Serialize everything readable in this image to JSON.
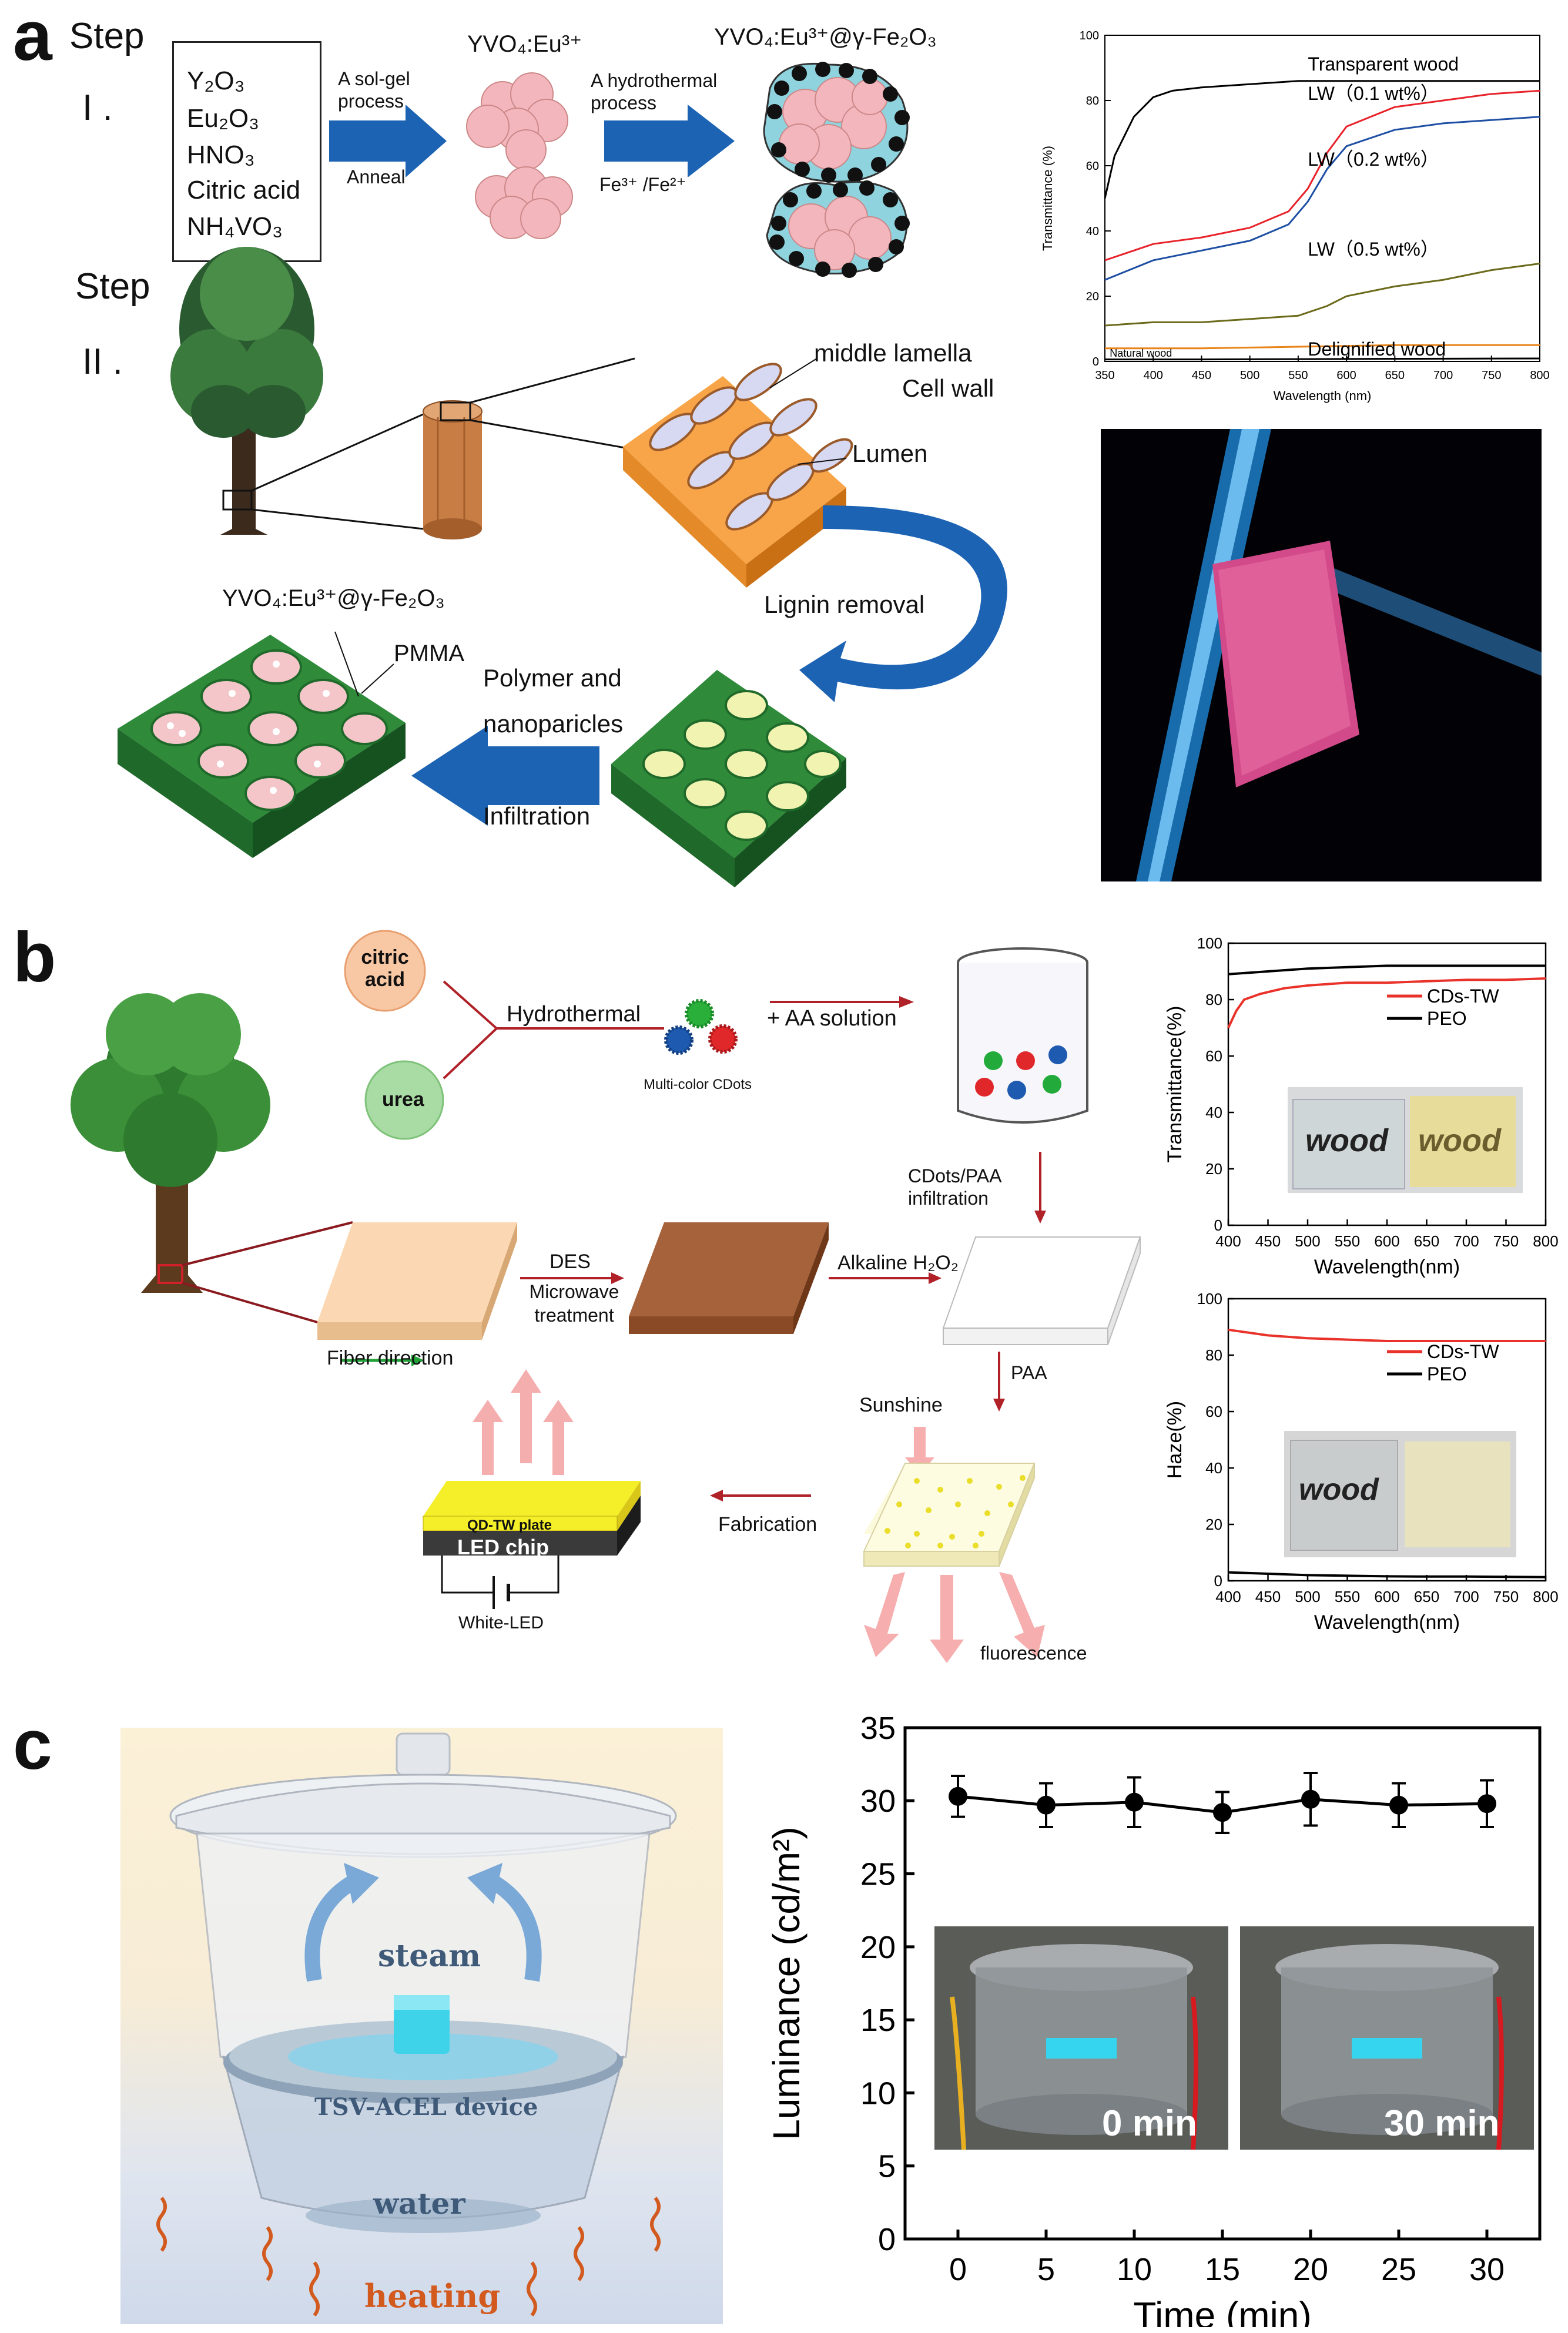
{
  "panels": {
    "a": "a",
    "b": "b",
    "c": "c"
  },
  "panel_a": {
    "step1_word": "Step",
    "step1_num": "I .",
    "step2_word": "Step",
    "step2_num": "II .",
    "reagents": [
      "Y₂O₃",
      "Eu₂O₃",
      "HNO₃",
      "Citric acid",
      "NH₄VO₃"
    ],
    "solgel_label": "A sol-gel process",
    "anneal_label": "Anneal",
    "product1": "YVO₄:Eu³⁺",
    "hydrothermal_label": "A hydrothermal process",
    "fe_label": "Fe³⁺ /Fe²⁺",
    "product2": "YVO₄:Eu³⁺@γ-Fe₂O₃",
    "middle_lamella": "middle lamella",
    "cell_wall": "Cell wall",
    "lumen": "Lumen",
    "lignin_removal": "Lignin removal",
    "composite_label": "YVO₄:Eu³⁺@γ-Fe₂O₃",
    "pmma": "PMMA",
    "polymer_and": "Polymer and",
    "nanoparticles": "nanoparicles",
    "infiltration": "Infiltration"
  },
  "panel_b": {
    "citric_acid": "citric acid",
    "urea": "urea",
    "hydrothermal": "Hydrothermal",
    "multicolor": "Multi-color CDots",
    "aa_solution": "+ AA solution",
    "cdots_paa": "CDots/PAA infiltration",
    "des": "DES",
    "microwave": "Microwave treatment",
    "alkaline": "Alkaline H₂O₂",
    "fiber_direction": "Fiber direction",
    "paa": "PAA",
    "sunshine": "Sunshine",
    "fluorescence": "fluorescence",
    "fabrication": "Fabrication",
    "qd_plate": "QD-TW plate",
    "led_chip": "LED chip",
    "white_led": "White-LED",
    "wood_photo_text": "wood"
  },
  "panel_c": {
    "steam": "steam",
    "device": "TSV-ACEL device",
    "water": "water",
    "heating": "heating",
    "inset1": "0 min",
    "inset2": "30 min"
  },
  "colors": {
    "arrow_blue": "#1d63b3",
    "red_arrow": "#c0232b",
    "wood_green": "#2f8a3a",
    "pink_particle": "#f4b6bd"
  },
  "chart_data": [
    {
      "id": "a-transmittance",
      "type": "line",
      "title": "",
      "xlabel": "Wavelength (nm)",
      "ylabel": "Transmittance (%)",
      "xlim": [
        350,
        800
      ],
      "ylim": [
        0,
        100
      ],
      "xticks": [
        350,
        400,
        450,
        500,
        550,
        600,
        650,
        700,
        750,
        800
      ],
      "yticks": [
        0,
        20,
        40,
        60,
        80,
        100
      ],
      "grid": false,
      "series": [
        {
          "name": "Transparent wood",
          "color": "#000000",
          "x": [
            350,
            360,
            380,
            400,
            420,
            450,
            500,
            550,
            600,
            650,
            700,
            750,
            800
          ],
          "y": [
            50,
            63,
            75,
            81,
            83,
            84,
            85,
            86,
            86,
            86,
            86,
            86,
            86
          ]
        },
        {
          "name": "LW（0.1 wt%）",
          "color": "#e8222a",
          "x": [
            350,
            400,
            450,
            500,
            540,
            560,
            580,
            600,
            650,
            700,
            750,
            800
          ],
          "y": [
            31,
            36,
            38,
            41,
            46,
            53,
            64,
            72,
            78,
            80,
            82,
            83
          ]
        },
        {
          "name": "LW（0.2 wt%）",
          "color": "#1e4fa3",
          "x": [
            350,
            400,
            450,
            500,
            540,
            560,
            580,
            600,
            650,
            700,
            750,
            800
          ],
          "y": [
            25,
            31,
            34,
            37,
            42,
            49,
            59,
            66,
            71,
            73,
            74,
            75
          ]
        },
        {
          "name": "LW（0.5 wt%）",
          "color": "#6b6a1a",
          "x": [
            350,
            400,
            450,
            500,
            550,
            580,
            600,
            650,
            700,
            750,
            800
          ],
          "y": [
            11,
            12,
            12,
            13,
            14,
            17,
            20,
            23,
            25,
            28,
            30
          ]
        },
        {
          "name": "Delignified wood",
          "color": "#e88418",
          "x": [
            350,
            450,
            550,
            650,
            800
          ],
          "y": [
            4,
            4,
            4.5,
            5,
            5
          ]
        },
        {
          "name": "Natural wood",
          "color": "#000000",
          "x": [
            350,
            450,
            550,
            650,
            800
          ],
          "y": [
            0.6,
            0.6,
            0.7,
            0.8,
            0.9
          ]
        }
      ]
    },
    {
      "id": "b-transmittance",
      "type": "line",
      "title": "",
      "xlabel": "Wavelength(nm)",
      "ylabel": "Transmittance(%)",
      "xlim": [
        400,
        800
      ],
      "ylim": [
        0,
        100
      ],
      "xticks": [
        400,
        450,
        500,
        550,
        600,
        650,
        700,
        750,
        800
      ],
      "yticks": [
        0,
        20,
        40,
        60,
        80,
        100
      ],
      "grid": false,
      "legend": "top-right",
      "series": [
        {
          "name": "CDs-TW",
          "color": "#e8322a",
          "x": [
            400,
            410,
            420,
            440,
            470,
            500,
            550,
            600,
            650,
            700,
            750,
            800
          ],
          "y": [
            70,
            76,
            80,
            82,
            84,
            85,
            86,
            86,
            86.5,
            87,
            87,
            87.5
          ]
        },
        {
          "name": "PEO",
          "color": "#000000",
          "x": [
            400,
            450,
            500,
            550,
            600,
            650,
            700,
            750,
            800
          ],
          "y": [
            89,
            90,
            91,
            91.5,
            92,
            92,
            92,
            92,
            92
          ]
        }
      ]
    },
    {
      "id": "b-haze",
      "type": "line",
      "title": "",
      "xlabel": "Wavelength(nm)",
      "ylabel": "Haze(%)",
      "xlim": [
        400,
        800
      ],
      "ylim": [
        0,
        100
      ],
      "xticks": [
        400,
        450,
        500,
        550,
        600,
        650,
        700,
        750,
        800
      ],
      "yticks": [
        0,
        20,
        40,
        60,
        80,
        100
      ],
      "grid": false,
      "legend": "top-right",
      "series": [
        {
          "name": "CDs-TW",
          "color": "#e8322a",
          "x": [
            400,
            450,
            500,
            550,
            600,
            650,
            700,
            750,
            800
          ],
          "y": [
            89,
            87,
            86,
            85.5,
            85,
            85,
            85,
            85,
            85
          ]
        },
        {
          "name": "PEO",
          "color": "#000000",
          "x": [
            400,
            450,
            500,
            550,
            600,
            650,
            700,
            750,
            800
          ],
          "y": [
            3,
            2.5,
            2,
            1.8,
            1.6,
            1.5,
            1.5,
            1.4,
            1.3
          ]
        }
      ]
    },
    {
      "id": "c-luminance",
      "type": "line",
      "title": "",
      "xlabel": "Time (min)",
      "ylabel": "Luminance (cd/m²)",
      "xlim": [
        -3,
        33
      ],
      "ylim": [
        0,
        35
      ],
      "xticks": [
        0,
        5,
        10,
        15,
        20,
        25,
        30
      ],
      "yticks": [
        0,
        5,
        10,
        15,
        20,
        25,
        30,
        35
      ],
      "grid": false,
      "series": [
        {
          "name": "",
          "color": "#000000",
          "x": [
            0,
            5,
            10,
            15,
            20,
            25,
            30
          ],
          "y": [
            30.3,
            29.7,
            29.9,
            29.2,
            30.1,
            29.7,
            29.8
          ],
          "err": [
            1.4,
            1.5,
            1.7,
            1.4,
            1.8,
            1.5,
            1.6
          ]
        }
      ]
    }
  ]
}
